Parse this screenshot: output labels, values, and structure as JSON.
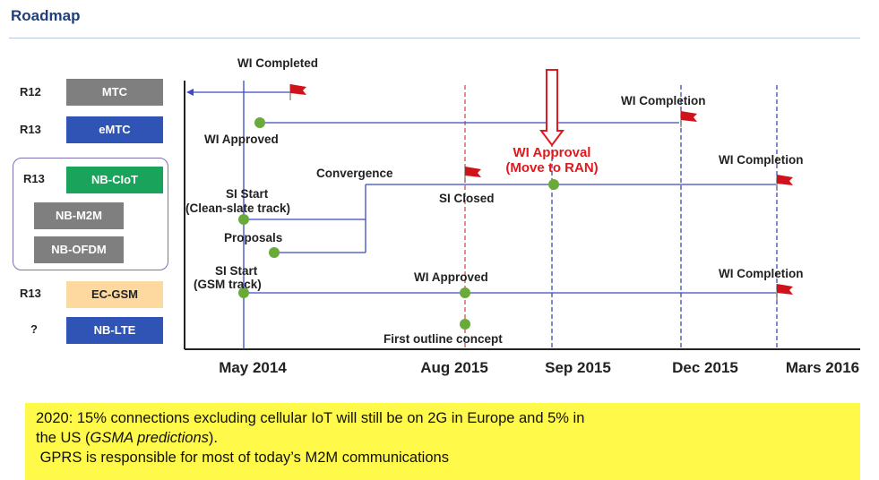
{
  "title": "Roadmap",
  "releases": [
    {
      "release": "R12",
      "tech": "MTC",
      "color": "#7f7f7f"
    },
    {
      "release": "R13",
      "tech": "eMTC",
      "color": "#3054b6"
    },
    {
      "release": "R13",
      "tech": "NB-CIoT",
      "color": "#1aa35a"
    },
    {
      "release": "",
      "tech": "NB-M2M",
      "color": "#7f7f7f"
    },
    {
      "release": "",
      "tech": "NB-OFDM",
      "color": "#7f7f7f"
    },
    {
      "release": "R13",
      "tech": "EC-GSM",
      "color": "#fdd9a0"
    },
    {
      "release": "?",
      "tech": "NB-LTE",
      "color": "#3054b6"
    }
  ],
  "timeline": {
    "dates": [
      "May 2014",
      "Aug 2015",
      "Sep 2015",
      "Dec 2015",
      "Mars 2016"
    ],
    "milestones": {
      "wi_completed": "WI Completed",
      "wi_approved_emtc": "WI Approved",
      "wi_completion_emtc": "WI Completion",
      "convergence": "Convergence",
      "wi_approval_line1": "WI Approval",
      "wi_approval_line2": "(Move to RAN)",
      "wi_completion_nb": "WI Completion",
      "si_closed": "SI Closed",
      "si_start_clean_line1": "SI Start",
      "si_start_clean_line2": "(Clean-slate track)",
      "proposals": "Proposals",
      "si_start_gsm_line1": "SI Start",
      "si_start_gsm_line2": "(GSM track)",
      "wi_approved_gsm": "WI  Approved",
      "wi_completion_gsm": "WI Completion",
      "first_outline": "First outline concept"
    }
  },
  "colors": {
    "line": "#3b49c4",
    "flag": "#d0121b",
    "dot": "#6aaa3a",
    "red_line": "#e04a4a",
    "highlight": "#e0191e"
  },
  "note": {
    "line1_before": "2020: 15% connections excluding cellular IoT will still be on 2G in Europe and 5% in",
    "line2_before": "the US (",
    "line2_italic": "GSMA predictions",
    "line2_after": ").",
    "line3": " GPRS is responsible for most of today’s M2M communications"
  }
}
